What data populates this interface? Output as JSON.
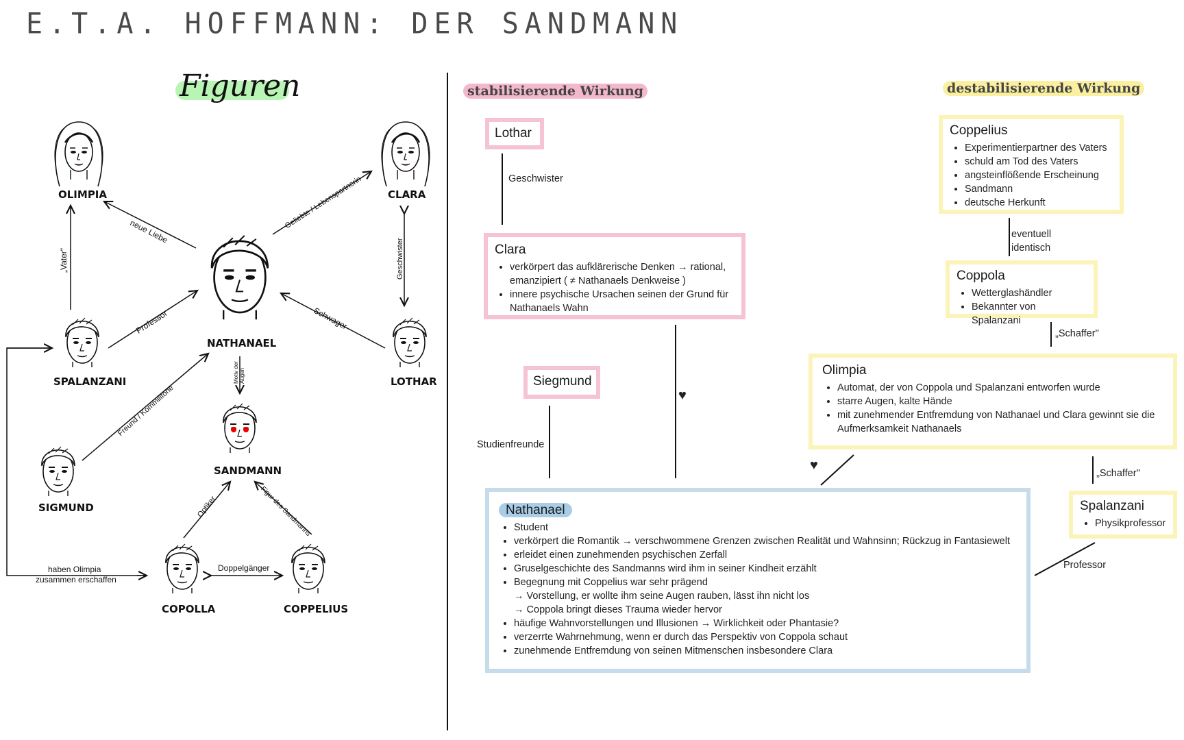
{
  "page_title": "E.T.A. HOFFMANN: DER SANDMANN",
  "left": {
    "heading": "Figuren",
    "figures": {
      "olimpia": "OLIMPIA",
      "clara": "CLARA",
      "nathanael": "NATHANAEL",
      "spalanzani": "SPALANZANI",
      "lothar": "LOTHAR",
      "sandmann": "SANDMANN",
      "sigmund": "SIGMUND",
      "copolla": "COPOLLA",
      "coppelius": "COPPELIUS"
    },
    "relations": {
      "neue_liebe": "neue Liebe",
      "geliebte": "Geliebte / Lebenspartnerin",
      "vater": "„Vater\"",
      "geschwister": "Geschwister",
      "professor": "Professor",
      "schwager": "Schwager",
      "motiv": "Motiv der Augen",
      "freund": "Freund / Kommilitone",
      "optiker": "Optiker",
      "figur_sandmann": "Figur des Sandmanns",
      "doppelganger": "Doppelgänger",
      "haben_olimpia_1": "haben Olimpia",
      "haben_olimpia_2": "zusammen erschaffen"
    }
  },
  "right": {
    "stab_heading": "stabilisierende Wirkung",
    "destab_heading": "destabilisierende Wirkung",
    "lothar": {
      "title": "Lothar"
    },
    "geschwister": "Geschwister",
    "clara": {
      "title": "Clara",
      "items": [
        "verkörpert das aufklärerische Denken → rational, emanzipiert ( ≠ Nathanaels Denkweise )",
        "innere psychische Ursachen seinen der Grund für Nathanaels Wahn"
      ]
    },
    "siegmund": {
      "title": "Siegmund"
    },
    "studienfreunde": "Studienfreunde",
    "coppelius": {
      "title": "Coppelius",
      "items": [
        "Experimentierpartner des Vaters",
        "schuld am Tod des Vaters",
        "angsteinflößende Erscheinung",
        "Sandmann",
        "deutsche Herkunft"
      ]
    },
    "eventuell_1": "eventuell",
    "eventuell_2": "identisch",
    "coppola": {
      "title": "Coppola",
      "items": [
        "Wetterglashändler",
        "Bekannter von Spalanzani"
      ]
    },
    "schaffer_1": "„Schaffer\"",
    "olimpia": {
      "title": "Olimpia",
      "items": [
        "Automat, der von Coppola und Spalanzani entworfen wurde",
        "starre Augen, kalte Hände",
        "mit zunehmender Entfremdung von Nathanael und Clara gewinnt sie die Aufmerksamkeit Nathanaels"
      ]
    },
    "schaffer_2": "„Schaffer\"",
    "spalanzani": {
      "title": "Spalanzani",
      "items": [
        "Physikprofessor"
      ]
    },
    "professor": "Professor",
    "nathanael": {
      "title": "Nathanael",
      "items": [
        "Student",
        "verkörpert die Romantik → verschwommene Grenzen zwischen Realität und Wahnsinn; Rückzug in Fantasiewelt",
        "erleidet einen zunehmenden psychischen Zerfall",
        "Gruselgeschichte des Sandmanns wird ihm in seiner Kindheit erzählt",
        "Begegnung mit Coppelius war sehr prägend"
      ],
      "sub": [
        "→ Vorstellung, er wollte ihm seine Augen rauben, lässt ihn nicht los",
        "→ Coppola bringt dieses Trauma wieder hervor"
      ],
      "items2": [
        "häufige Wahnvorstellungen und Illusionen → Wirklichkeit oder Phantasie?",
        "verzerrte Wahrnehmung, wenn er durch das Perspektiv von Coppola schaut",
        "zunehmende Entfremdung von seinen Mitmenschen insbesondere Clara"
      ]
    },
    "heart": "♥"
  }
}
